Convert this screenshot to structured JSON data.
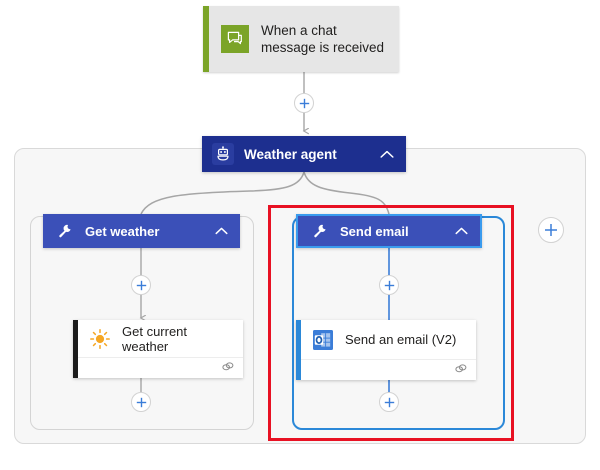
{
  "flow": {
    "trigger": {
      "name": "trigger-card",
      "label": "When a chat message is received",
      "icon": "chat-bubble-icon",
      "accent_color": "#7ba428",
      "background": "#e6e6e6"
    },
    "agent": {
      "name": "agent-node",
      "label": "Weather agent",
      "icon": "robot-icon",
      "chevron": "chevron-up-icon",
      "color": "#1d2f8f",
      "container_background": "#f7f7f7"
    },
    "tools": [
      {
        "id": "get-weather",
        "label": "Get weather",
        "icon": "wrench-icon",
        "chevron": "chevron-up-icon",
        "color": "#3b50b8",
        "selected": false,
        "group_border_color": "#d4d4d4",
        "action": {
          "label": "Get current weather",
          "icon": "sun-icon",
          "accent_color": "#1b1b1b",
          "footer_icon": "connector-link-icon"
        }
      },
      {
        "id": "send-email",
        "label": "Send email",
        "icon": "wrench-icon",
        "chevron": "chevron-up-icon",
        "color": "#3b50b8",
        "selected": true,
        "group_border_color": "#2b88d8",
        "action": {
          "label": "Send an email (V2)",
          "icon": "outlook-icon",
          "accent_color": "#2b88d8",
          "footer_icon": "connector-link-icon"
        }
      }
    ],
    "add_buttons": [
      {
        "id": "plus-trigger-agent",
        "icon": "plus-icon",
        "label": "Insert a new step"
      },
      {
        "id": "plus-weather-mid",
        "icon": "plus-icon",
        "label": "Insert a new step"
      },
      {
        "id": "plus-weather-bot",
        "icon": "plus-icon",
        "label": "Insert a new step"
      },
      {
        "id": "plus-email-mid",
        "icon": "plus-icon",
        "label": "Insert a new step"
      },
      {
        "id": "plus-email-bot",
        "icon": "plus-icon",
        "label": "Insert a new step"
      },
      {
        "id": "plus-agent-right",
        "icon": "plus-icon",
        "label": "Add a tool"
      }
    ],
    "annotation": {
      "name": "annotation-rect",
      "color": "#e81123"
    },
    "colors": {
      "agent_blue": "#1d2f8f",
      "tool_blue": "#3b50b8",
      "selection_blue": "#2b88d8",
      "plus_blue": "#3b7dd8",
      "trigger_green": "#7ba428",
      "sun_orange": "#f5a623",
      "outlook_blue": "#2b7cd3",
      "annotation_red": "#e81123",
      "connector_gray": "#a6a6a6",
      "canvas_gray": "#f7f7f7"
    }
  }
}
